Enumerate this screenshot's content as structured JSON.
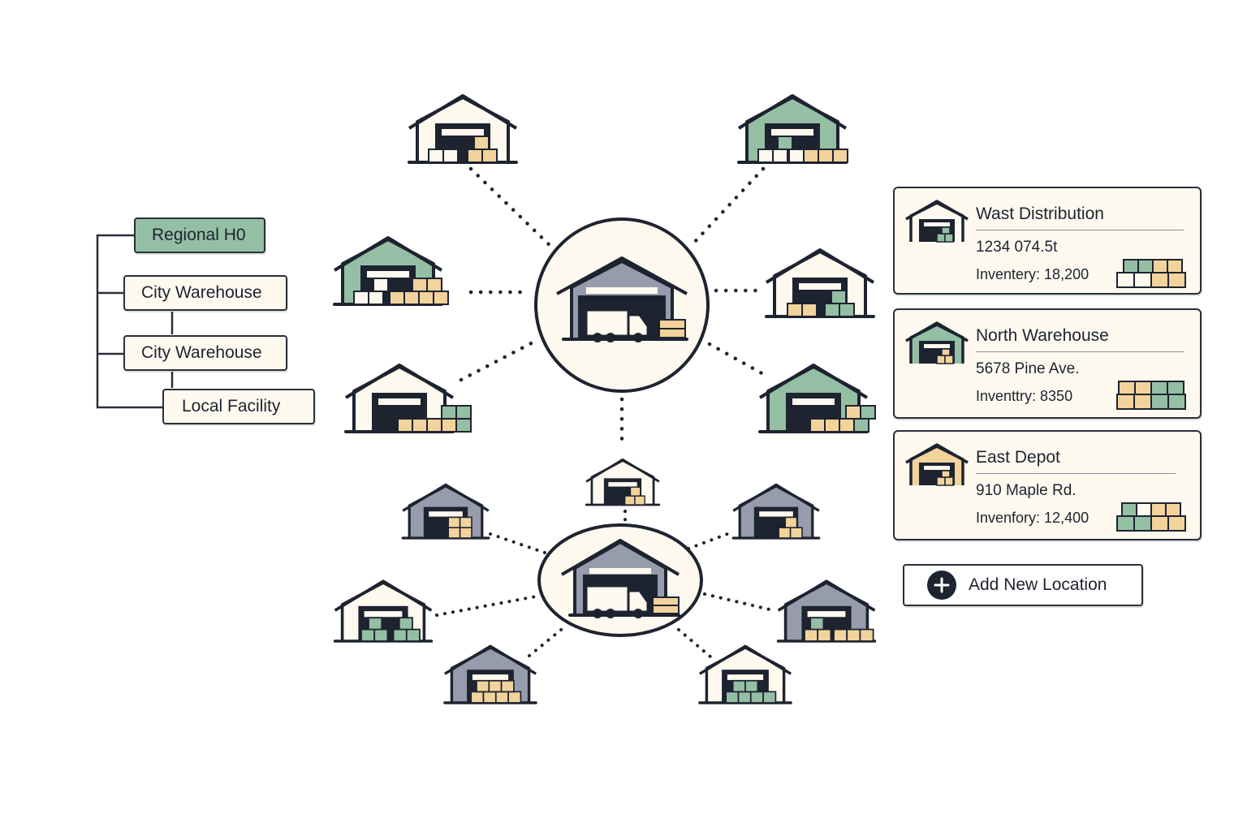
{
  "hierarchy": {
    "items": [
      {
        "label": "Regional H0"
      },
      {
        "label": "City Warehouse"
      },
      {
        "label": "City Warehouse"
      },
      {
        "label": "Local Facility"
      }
    ]
  },
  "locations": [
    {
      "name": "Wast Distribution",
      "address": "1234 074.5t",
      "inventory": "Inventery: 18,200",
      "color": "#fdf9ef"
    },
    {
      "name": "North Warehouse",
      "address": "5678 Pine Ave.",
      "inventory": "Inventtry: 8350",
      "color": "#94bfa4"
    },
    {
      "name": "East Depot",
      "address": "910 Maple Rd.",
      "inventory": "Invenfory: 12,400",
      "color": "#f3d39c"
    }
  ],
  "add_button": {
    "label": "Add New Location",
    "icon": "plus-icon"
  },
  "colors": {
    "ink": "#1e2330",
    "cream": "#fdf9ef",
    "green": "#94bfa4",
    "gray": "#969cab",
    "tan": "#f3d39c"
  }
}
